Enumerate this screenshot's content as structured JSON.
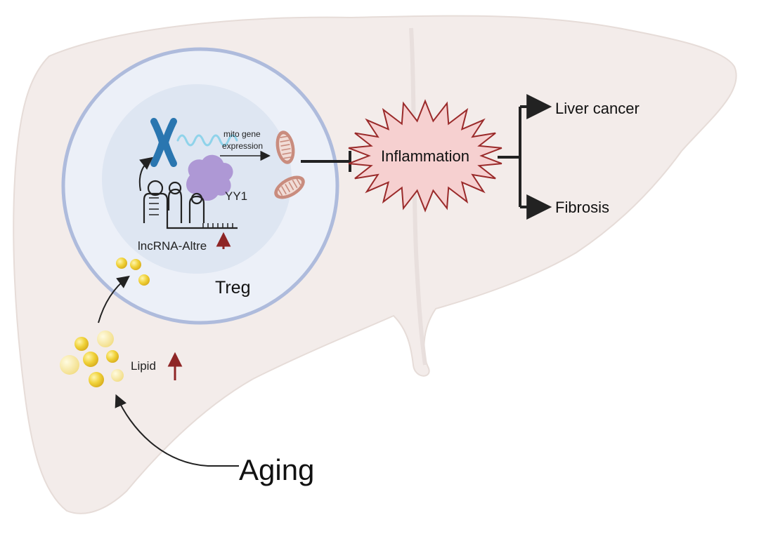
{
  "labels": {
    "mito_gene_line1": "mito gene",
    "mito_gene_line2": "expression",
    "yy1": "YY1",
    "lncrna": "lncRNA-Altre",
    "treg": "Treg",
    "lipid": "Lipid",
    "aging": "Aging",
    "inflammation": "Inflammation",
    "liver_cancer": "Liver cancer",
    "fibrosis": "Fibrosis"
  },
  "colors": {
    "liver_fill": "#f3ecea",
    "liver_stroke": "#e6dcd8",
    "cell_membrane": "#aebbdc",
    "cell_fill": "#ecf0f8",
    "nucleus_fill": "#dde5f1",
    "chromosome": "#2a76b0",
    "mrna": "#8fd3ea",
    "yy1_protein": "#a98fd2",
    "mitochondria": "#c98c7e",
    "inflammation_fill": "#f6d0d0",
    "inflammation_stroke": "#9a2a2a",
    "up_arrow": "#8e2525",
    "lipid": "#e9c42a",
    "arrow": "#222222"
  },
  "icons": [
    "chromosome-icon",
    "mrna-icon",
    "mitochondria-icon",
    "yy1-protein-icon",
    "lncrna-hairpin-icon",
    "lipid-droplet-icon",
    "up-arrow-icon"
  ]
}
